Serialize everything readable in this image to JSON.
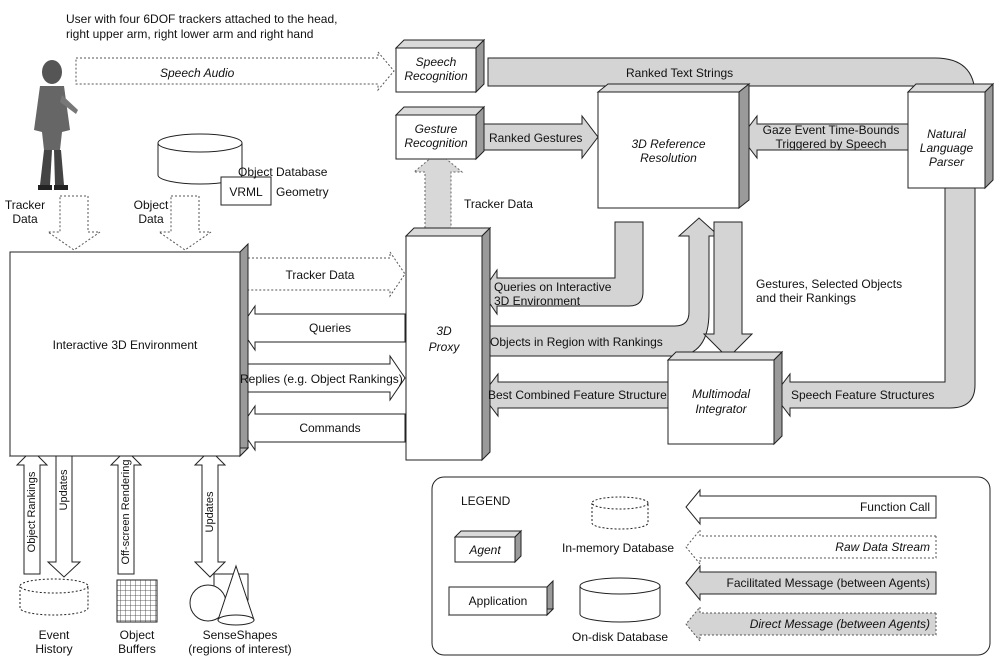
{
  "user_caption": [
    "User with four 6DOF trackers attached to the head,",
    "right upper arm, right lower arm and right hand"
  ],
  "agents": {
    "speech_recognition": [
      "Speech",
      "Recognition"
    ],
    "gesture_recognition": [
      "Gesture",
      "Recognition"
    ],
    "reference_resolution": [
      "3D Reference",
      "Resolution"
    ],
    "nl_parser": [
      "Natural",
      "Language",
      "Parser"
    ],
    "proxy": [
      "3D",
      "Proxy"
    ],
    "multimodal_integrator": [
      "Multimodal",
      "Integrator"
    ]
  },
  "application": {
    "label": "Interactive 3D Environment"
  },
  "object_db": {
    "label": "Object Database",
    "vrml": "VRML",
    "geometry": "Geometry"
  },
  "flows": {
    "speech_audio": "Speech Audio",
    "ranked_text": "Ranked Text Strings",
    "ranked_gestures": "Ranked Gestures",
    "gaze_event": [
      "Gaze Event Time-Bounds",
      "Triggered by Speech"
    ],
    "tracker_data_up": "Tracker Data",
    "tracker_data_user": [
      "Tracker",
      "Data"
    ],
    "object_data": [
      "Object",
      "Data"
    ],
    "tracker_data_env": "Tracker Data",
    "queries": "Queries",
    "replies": "Replies (e.g. Object Rankings)",
    "commands": "Commands",
    "queries_interactive": [
      "Queries on Interactive",
      "3D Environment"
    ],
    "objects_region": "Objects in Region with Rankings",
    "gestures_selected": [
      "Gestures, Selected Objects",
      "and their Rankings"
    ],
    "best_combined": "Best Combined Feature Structure",
    "speech_features": "Speech Feature Structures",
    "object_rankings": "Object Rankings",
    "updates_left": "Updates",
    "offscreen": "Off-screen Rendering",
    "updates_right": "Updates"
  },
  "bottom": {
    "event_history": [
      "Event",
      "History"
    ],
    "object_buffers": [
      "Object",
      "Buffers"
    ],
    "senseshapes": [
      "SenseShapes",
      "(regions of interest)"
    ]
  },
  "legend": {
    "title": "LEGEND",
    "agent": "Agent",
    "application": "Application",
    "in_memory": "In-memory Database",
    "on_disk": "On-disk Database",
    "function_call": "Function Call",
    "raw_data": "Raw Data Stream",
    "facilitated": "Facilitated Message (between Agents)",
    "direct": "Direct Message (between Agents)"
  },
  "colors": {
    "message_fill": "#d4d4d4",
    "box_side": "#9a9a9a",
    "line": "#222222"
  }
}
